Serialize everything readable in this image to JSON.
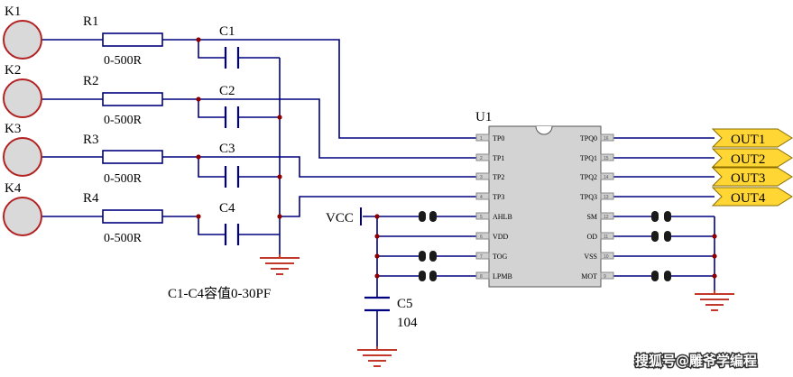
{
  "colors": {
    "wire": "#00007f",
    "component": "#00007f",
    "junction": "#8b0000",
    "ground": "#c0392b",
    "chip_body": "#d3d3d3",
    "output_fill": "#ffd633",
    "output_stroke": "#8a6d00",
    "key_fill": "#d9d9d9",
    "key_stroke": "#b22222",
    "cap_pad": "#1a1a1a"
  },
  "inputs": [
    {
      "key": "K1",
      "resistor": "R1",
      "resistor_value": "0-500R",
      "capacitor": "C1"
    },
    {
      "key": "K2",
      "resistor": "R2",
      "resistor_value": "0-500R",
      "capacitor": "C2"
    },
    {
      "key": "K3",
      "resistor": "R3",
      "resistor_value": "0-500R",
      "capacitor": "C3"
    },
    {
      "key": "K4",
      "resistor": "R4",
      "resistor_value": "0-500R",
      "capacitor": "C4"
    }
  ],
  "capacitor_note": "C1-C4容值0-30PF",
  "chip": {
    "name": "U1",
    "left_pins": [
      {
        "name": "TP0",
        "num": "1"
      },
      {
        "name": "TP1",
        "num": "2"
      },
      {
        "name": "TP2",
        "num": "3"
      },
      {
        "name": "TP3",
        "num": "4"
      },
      {
        "name": "AHLB",
        "num": "5"
      },
      {
        "name": "VDD",
        "num": "6"
      },
      {
        "name": "TOG",
        "num": "7"
      },
      {
        "name": "LPMB",
        "num": "8"
      }
    ],
    "right_pins": [
      {
        "name": "TPQ0",
        "num": "16"
      },
      {
        "name": "TPQ1",
        "num": "15"
      },
      {
        "name": "TPQ2",
        "num": "14"
      },
      {
        "name": "TPQ3",
        "num": "13"
      },
      {
        "name": "SM",
        "num": "12"
      },
      {
        "name": "OD",
        "num": "11"
      },
      {
        "name": "VSS",
        "num": "10"
      },
      {
        "name": "MOT",
        "num": "9"
      }
    ]
  },
  "outputs": [
    "OUT1",
    "OUT2",
    "OUT3",
    "OUT4"
  ],
  "power": {
    "label": "VCC"
  },
  "decoupling": {
    "name": "C5",
    "value": "104"
  },
  "watermark": "搜狐号@雕爷学编程"
}
